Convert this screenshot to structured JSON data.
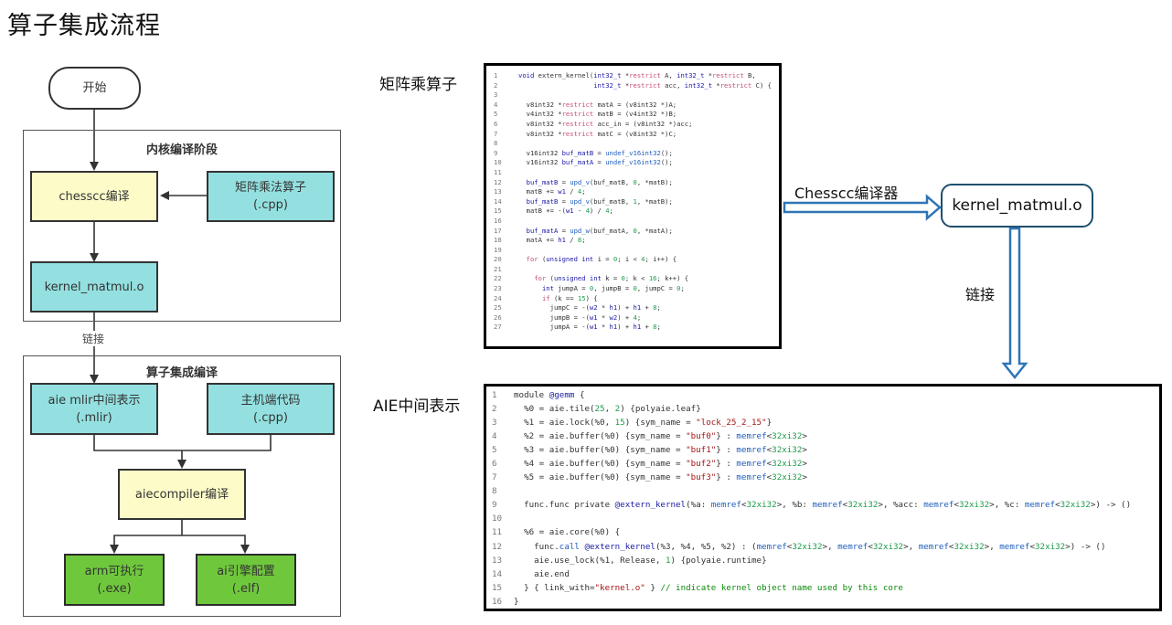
{
  "page_title": "算子集成流程",
  "flowchart": {
    "start": "开始",
    "kernel_stage": {
      "title": "内核编译阶段",
      "chesscc_node": "chesscc编译",
      "source_node": {
        "line1": "矩阵乘法算子",
        "line2": "(.cpp)"
      },
      "object_node": "kernel_matmul.o"
    },
    "link_label": "链接",
    "integration_stage": {
      "title": "算子集成编译",
      "mlir_node": {
        "line1": "aie mlir中间表示",
        "line2": "(.mlir)"
      },
      "host_node": {
        "line1": "主机端代码",
        "line2": "(.cpp)"
      },
      "aiecompiler_node": "aiecompiler编译",
      "arm_node": {
        "line1": "arm可执行",
        "line2": "(.exe)"
      },
      "ai_node": {
        "line1": "ai引擎配置",
        "line2": "(.elf)"
      }
    }
  },
  "right_panel": {
    "kernel_label": "矩阵乘算子",
    "mlir_label": "AIE中间表示",
    "compiler_arrow_label": "Chesscc编译器",
    "object_box": "kernel_matmul.o",
    "link_arrow_label": "链接",
    "colors": {
      "arrow": "#2e75b6",
      "object_box_border": "#1e4f6b"
    }
  },
  "kernel_code": [
    {
      "n": "1",
      "t": [
        [
          "kw",
          "void "
        ],
        [
          "plain",
          "extern_kernel("
        ],
        [
          "kw",
          "int32_t "
        ],
        [
          "plain",
          "*"
        ],
        [
          "kw2",
          "restrict "
        ],
        [
          "plain",
          "A, "
        ],
        [
          "kw",
          "int32_t "
        ],
        [
          "plain",
          "*"
        ],
        [
          "kw2",
          "restrict "
        ],
        [
          "plain",
          "B,"
        ]
      ]
    },
    {
      "n": "2",
      "t": [
        [
          "plain",
          "                   "
        ],
        [
          "kw",
          "int32_t "
        ],
        [
          "plain",
          "*"
        ],
        [
          "kw2",
          "restrict "
        ],
        [
          "plain",
          "acc, "
        ],
        [
          "kw",
          "int32_t "
        ],
        [
          "plain",
          "*"
        ],
        [
          "kw2",
          "restrict "
        ],
        [
          "plain",
          "C) {"
        ]
      ]
    },
    {
      "n": "3",
      "t": []
    },
    {
      "n": "4",
      "t": [
        [
          "plain",
          "  v8int32 *"
        ],
        [
          "kw2",
          "restrict "
        ],
        [
          "plain",
          "matA = (v8int32 *)A;"
        ]
      ]
    },
    {
      "n": "5",
      "t": [
        [
          "plain",
          "  v4int32 *"
        ],
        [
          "kw2",
          "restrict "
        ],
        [
          "plain",
          "matB = (v4int32 *)B;"
        ]
      ]
    },
    {
      "n": "6",
      "t": [
        [
          "plain",
          "  v8int32 *"
        ],
        [
          "kw2",
          "restrict "
        ],
        [
          "plain",
          "acc_in = (v8int32 *)acc;"
        ]
      ]
    },
    {
      "n": "7",
      "t": [
        [
          "plain",
          "  v8int32 *"
        ],
        [
          "kw2",
          "restrict "
        ],
        [
          "plain",
          "matC = (v8int32 *)C;"
        ]
      ]
    },
    {
      "n": "8",
      "t": []
    },
    {
      "n": "9",
      "t": [
        [
          "plain",
          "  v16int32 "
        ],
        [
          "kw",
          "buf_matB"
        ],
        [
          "plain",
          " = "
        ],
        [
          "fn",
          "undef_v16int32"
        ],
        [
          "plain",
          "();"
        ]
      ]
    },
    {
      "n": "10",
      "t": [
        [
          "plain",
          "  v16int32 "
        ],
        [
          "kw",
          "buf_matA"
        ],
        [
          "plain",
          " = "
        ],
        [
          "fn",
          "undef_v16int32"
        ],
        [
          "plain",
          "();"
        ]
      ]
    },
    {
      "n": "11",
      "t": []
    },
    {
      "n": "12",
      "t": [
        [
          "plain",
          "  "
        ],
        [
          "kw",
          "buf_matB"
        ],
        [
          "plain",
          " = "
        ],
        [
          "fn",
          "upd_v"
        ],
        [
          "plain",
          "(buf_matB, "
        ],
        [
          "num",
          "0"
        ],
        [
          "plain",
          ", *matB);"
        ]
      ]
    },
    {
      "n": "13",
      "t": [
        [
          "plain",
          "  matB += "
        ],
        [
          "kw",
          "w1"
        ],
        [
          "plain",
          " / "
        ],
        [
          "num",
          "4"
        ],
        [
          "plain",
          ";"
        ]
      ]
    },
    {
      "n": "14",
      "t": [
        [
          "plain",
          "  "
        ],
        [
          "kw",
          "buf_matB"
        ],
        [
          "plain",
          " = "
        ],
        [
          "fn",
          "upd_v"
        ],
        [
          "plain",
          "(buf_matB, "
        ],
        [
          "num",
          "1"
        ],
        [
          "plain",
          ", *matB);"
        ]
      ]
    },
    {
      "n": "15",
      "t": [
        [
          "plain",
          "  matB += -("
        ],
        [
          "kw",
          "w1"
        ],
        [
          "plain",
          " - "
        ],
        [
          "num",
          "4"
        ],
        [
          "plain",
          ") / "
        ],
        [
          "num",
          "4"
        ],
        [
          "plain",
          ";"
        ]
      ]
    },
    {
      "n": "16",
      "t": []
    },
    {
      "n": "17",
      "t": [
        [
          "plain",
          "  "
        ],
        [
          "kw",
          "buf_matA"
        ],
        [
          "plain",
          " = "
        ],
        [
          "fn",
          "upd_w"
        ],
        [
          "plain",
          "(buf_matA, "
        ],
        [
          "num",
          "0"
        ],
        [
          "plain",
          ", *matA);"
        ]
      ]
    },
    {
      "n": "18",
      "t": [
        [
          "plain",
          "  matA += "
        ],
        [
          "kw",
          "h1"
        ],
        [
          "plain",
          " / "
        ],
        [
          "num",
          "8"
        ],
        [
          "plain",
          ";"
        ]
      ]
    },
    {
      "n": "19",
      "t": []
    },
    {
      "n": "20",
      "t": [
        [
          "plain",
          "  "
        ],
        [
          "kw2",
          "for "
        ],
        [
          "plain",
          "("
        ],
        [
          "kw",
          "unsigned int "
        ],
        [
          "plain",
          "i = "
        ],
        [
          "num",
          "0"
        ],
        [
          "plain",
          "; i < "
        ],
        [
          "num",
          "4"
        ],
        [
          "plain",
          "; i++) {"
        ]
      ]
    },
    {
      "n": "21",
      "t": []
    },
    {
      "n": "22",
      "t": [
        [
          "plain",
          "    "
        ],
        [
          "kw2",
          "for "
        ],
        [
          "plain",
          "("
        ],
        [
          "kw",
          "unsigned int "
        ],
        [
          "plain",
          "k = "
        ],
        [
          "num",
          "0"
        ],
        [
          "plain",
          "; k < "
        ],
        [
          "num",
          "16"
        ],
        [
          "plain",
          "; k++) {"
        ]
      ]
    },
    {
      "n": "23",
      "t": [
        [
          "plain",
          "      "
        ],
        [
          "kw",
          "int "
        ],
        [
          "plain",
          "jumpA = "
        ],
        [
          "num",
          "0"
        ],
        [
          "plain",
          ", jumpB = "
        ],
        [
          "num",
          "0"
        ],
        [
          "plain",
          ", jumpC = "
        ],
        [
          "num",
          "0"
        ],
        [
          "plain",
          ";"
        ]
      ]
    },
    {
      "n": "24",
      "t": [
        [
          "plain",
          "      "
        ],
        [
          "kw2",
          "if "
        ],
        [
          "plain",
          "(k == "
        ],
        [
          "num",
          "15"
        ],
        [
          "plain",
          ") {"
        ]
      ]
    },
    {
      "n": "25",
      "t": [
        [
          "plain",
          "        jumpC = -("
        ],
        [
          "kw",
          "w2"
        ],
        [
          "plain",
          " * "
        ],
        [
          "kw",
          "h1"
        ],
        [
          "plain",
          ") + "
        ],
        [
          "kw",
          "h1"
        ],
        [
          "plain",
          " + "
        ],
        [
          "num",
          "8"
        ],
        [
          "plain",
          ";"
        ]
      ]
    },
    {
      "n": "26",
      "t": [
        [
          "plain",
          "        jumpB = -("
        ],
        [
          "kw",
          "w1"
        ],
        [
          "plain",
          " * "
        ],
        [
          "kw",
          "w2"
        ],
        [
          "plain",
          ") + "
        ],
        [
          "num",
          "4"
        ],
        [
          "plain",
          ";"
        ]
      ]
    },
    {
      "n": "27",
      "t": [
        [
          "plain",
          "        jumpA = -("
        ],
        [
          "kw",
          "w1"
        ],
        [
          "plain",
          " * "
        ],
        [
          "kw",
          "h1"
        ],
        [
          "plain",
          ") + "
        ],
        [
          "kw",
          "h1"
        ],
        [
          "plain",
          " + "
        ],
        [
          "num",
          "8"
        ],
        [
          "plain",
          ";"
        ]
      ]
    }
  ],
  "mlir_code": [
    {
      "n": "1",
      "t": [
        [
          "plain",
          "module "
        ],
        [
          "kw",
          "@gemm"
        ],
        [
          "plain",
          " {"
        ]
      ]
    },
    {
      "n": "2",
      "t": [
        [
          "plain",
          "  %0 = aie.tile("
        ],
        [
          "num",
          "25"
        ],
        [
          "plain",
          ", "
        ],
        [
          "num",
          "2"
        ],
        [
          "plain",
          ") {polyaie.leaf}"
        ]
      ]
    },
    {
      "n": "3",
      "t": [
        [
          "plain",
          "  %1 = aie.lock(%0, "
        ],
        [
          "num",
          "15"
        ],
        [
          "plain",
          ") {sym_name = "
        ],
        [
          "str",
          "\"lock_25_2_15\""
        ],
        [
          "plain",
          "}"
        ]
      ]
    },
    {
      "n": "4",
      "t": [
        [
          "plain",
          "  %2 = aie.buffer(%0) {sym_name = "
        ],
        [
          "str",
          "\"buf0\""
        ],
        [
          "plain",
          "} : "
        ],
        [
          "fn",
          "memref"
        ],
        [
          "plain",
          "<"
        ],
        [
          "num",
          "32xi32"
        ],
        [
          "plain",
          ">"
        ]
      ]
    },
    {
      "n": "5",
      "t": [
        [
          "plain",
          "  %3 = aie.buffer(%0) {sym_name = "
        ],
        [
          "str",
          "\"buf1\""
        ],
        [
          "plain",
          "} : "
        ],
        [
          "fn",
          "memref"
        ],
        [
          "plain",
          "<"
        ],
        [
          "num",
          "32xi32"
        ],
        [
          "plain",
          ">"
        ]
      ]
    },
    {
      "n": "6",
      "t": [
        [
          "plain",
          "  %4 = aie.buffer(%0) {sym_name = "
        ],
        [
          "str",
          "\"buf2\""
        ],
        [
          "plain",
          "} : "
        ],
        [
          "fn",
          "memref"
        ],
        [
          "plain",
          "<"
        ],
        [
          "num",
          "32xi32"
        ],
        [
          "plain",
          ">"
        ]
      ]
    },
    {
      "n": "7",
      "t": [
        [
          "plain",
          "  %5 = aie.buffer(%0) {sym_name = "
        ],
        [
          "str",
          "\"buf3\""
        ],
        [
          "plain",
          "} : "
        ],
        [
          "fn",
          "memref"
        ],
        [
          "plain",
          "<"
        ],
        [
          "num",
          "32xi32"
        ],
        [
          "plain",
          ">"
        ]
      ]
    },
    {
      "n": "8",
      "t": []
    },
    {
      "n": "9",
      "t": [
        [
          "plain",
          "  func.func private "
        ],
        [
          "kw",
          "@extern_kernel"
        ],
        [
          "plain",
          "(%a: "
        ],
        [
          "fn",
          "memref"
        ],
        [
          "plain",
          "<"
        ],
        [
          "num",
          "32xi32"
        ],
        [
          "plain",
          ">, %b: "
        ],
        [
          "fn",
          "memref"
        ],
        [
          "plain",
          "<"
        ],
        [
          "num",
          "32xi32"
        ],
        [
          "plain",
          ">, %acc: "
        ],
        [
          "fn",
          "memref"
        ],
        [
          "plain",
          "<"
        ],
        [
          "num",
          "32xi32"
        ],
        [
          "plain",
          ">, %c: "
        ],
        [
          "fn",
          "memref"
        ],
        [
          "plain",
          "<"
        ],
        [
          "num",
          "32xi32"
        ],
        [
          "plain",
          ">) -> ()"
        ]
      ]
    },
    {
      "n": "10",
      "t": []
    },
    {
      "n": "11",
      "t": [
        [
          "plain",
          "  %6 = aie.core(%0) {"
        ]
      ]
    },
    {
      "n": "12",
      "t": [
        [
          "plain",
          "    func."
        ],
        [
          "fn",
          "call"
        ],
        [
          "plain",
          " "
        ],
        [
          "kw",
          "@extern_kernel"
        ],
        [
          "plain",
          "(%3, %4, %5, %2) : ("
        ],
        [
          "fn",
          "memref"
        ],
        [
          "plain",
          "<"
        ],
        [
          "num",
          "32xi32"
        ],
        [
          "plain",
          ">, "
        ],
        [
          "fn",
          "memref"
        ],
        [
          "plain",
          "<"
        ],
        [
          "num",
          "32xi32"
        ],
        [
          "plain",
          ">, "
        ],
        [
          "fn",
          "memref"
        ],
        [
          "plain",
          "<"
        ],
        [
          "num",
          "32xi32"
        ],
        [
          "plain",
          ">, "
        ],
        [
          "fn",
          "memref"
        ],
        [
          "plain",
          "<"
        ],
        [
          "num",
          "32xi32"
        ],
        [
          "plain",
          ">) -> ()"
        ]
      ]
    },
    {
      "n": "13",
      "t": [
        [
          "plain",
          "    aie.use_lock(%1, Release, "
        ],
        [
          "num",
          "1"
        ],
        [
          "plain",
          ") {polyaie.runtime}"
        ]
      ]
    },
    {
      "n": "14",
      "t": [
        [
          "plain",
          "    aie.end"
        ]
      ]
    },
    {
      "n": "15",
      "t": [
        [
          "plain",
          "  } { link_with="
        ],
        [
          "str",
          "\"kernel.o\""
        ],
        [
          "plain",
          " } "
        ],
        [
          "com",
          "// indicate kernel object name used by this core"
        ]
      ]
    },
    {
      "n": "16",
      "t": [
        [
          "plain",
          "}"
        ]
      ]
    }
  ]
}
